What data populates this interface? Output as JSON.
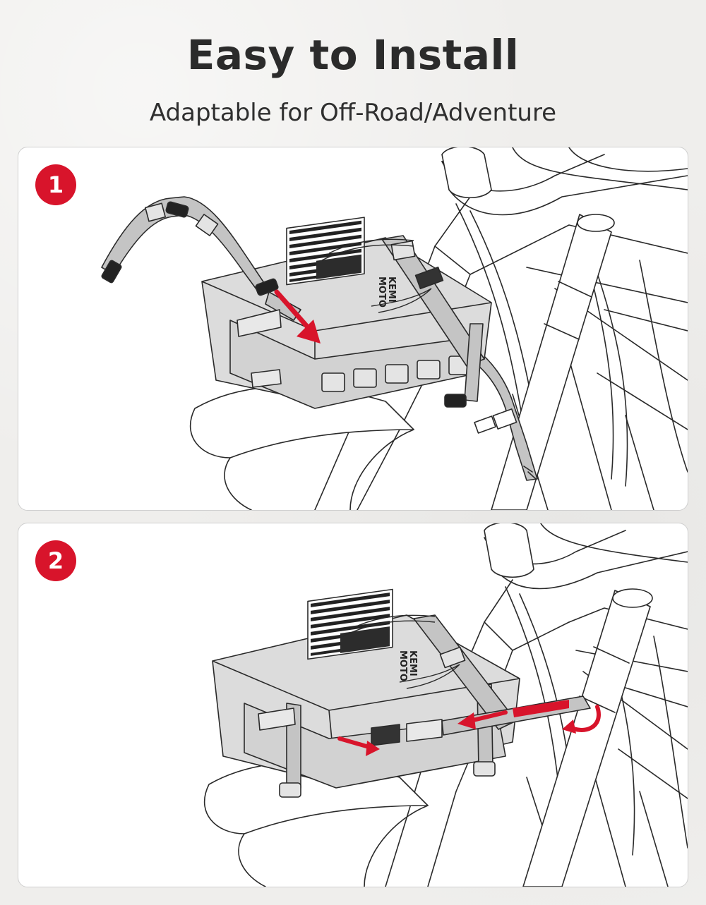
{
  "header": {
    "title": "Easy to Install",
    "subtitle": "Adaptable for Off-Road/Adventure"
  },
  "steps": [
    {
      "number": "1"
    },
    {
      "number": "2"
    }
  ],
  "bag": {
    "logo_line1": "KEMI",
    "logo_line2": "MOTO"
  },
  "colors": {
    "accent": "#d8142b",
    "bag_fill": "#dcdcdc",
    "strap_fill": "#c4c4c4",
    "line": "#2a2a2a"
  }
}
